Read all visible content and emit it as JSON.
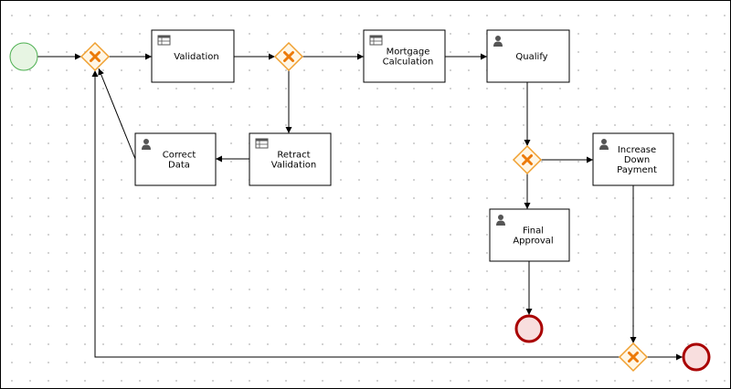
{
  "process": {
    "tasks": [
      {
        "id": "validation",
        "type": "business-rule",
        "lines": [
          "Validation"
        ]
      },
      {
        "id": "mortgage-calculation",
        "type": "business-rule",
        "lines": [
          "Mortgage",
          "Calculation"
        ]
      },
      {
        "id": "qualify",
        "type": "user",
        "lines": [
          "Qualify"
        ]
      },
      {
        "id": "retract-validation",
        "type": "business-rule",
        "lines": [
          "Retract",
          "Validation"
        ]
      },
      {
        "id": "correct-data",
        "type": "user",
        "lines": [
          "Correct",
          "Data"
        ]
      },
      {
        "id": "increase-down-payment",
        "type": "user",
        "lines": [
          "Increase",
          "Down",
          "Payment"
        ]
      },
      {
        "id": "final-approval",
        "type": "user",
        "lines": [
          "Final",
          "Approval"
        ]
      }
    ],
    "gateways": [
      {
        "id": "gateway-1",
        "type": "exclusive"
      },
      {
        "id": "gateway-2",
        "type": "exclusive"
      },
      {
        "id": "gateway-3",
        "type": "exclusive"
      },
      {
        "id": "gateway-4",
        "type": "exclusive"
      }
    ],
    "events": [
      {
        "id": "start-event",
        "type": "start"
      },
      {
        "id": "end-event-1",
        "type": "end"
      },
      {
        "id": "end-event-2",
        "type": "end"
      }
    ]
  },
  "colors": {
    "start_fill": "#e7f5e3",
    "start_stroke": "#4caf50",
    "end_fill": "#f8dede",
    "end_stroke": "#a90000",
    "gateway_fill": "#fff6e5",
    "gateway_stroke": "#f0a030",
    "gateway_marker": "#ec7a08",
    "task_fill": "#ffffff",
    "task_stroke": "#000000",
    "icon": "#555555"
  }
}
